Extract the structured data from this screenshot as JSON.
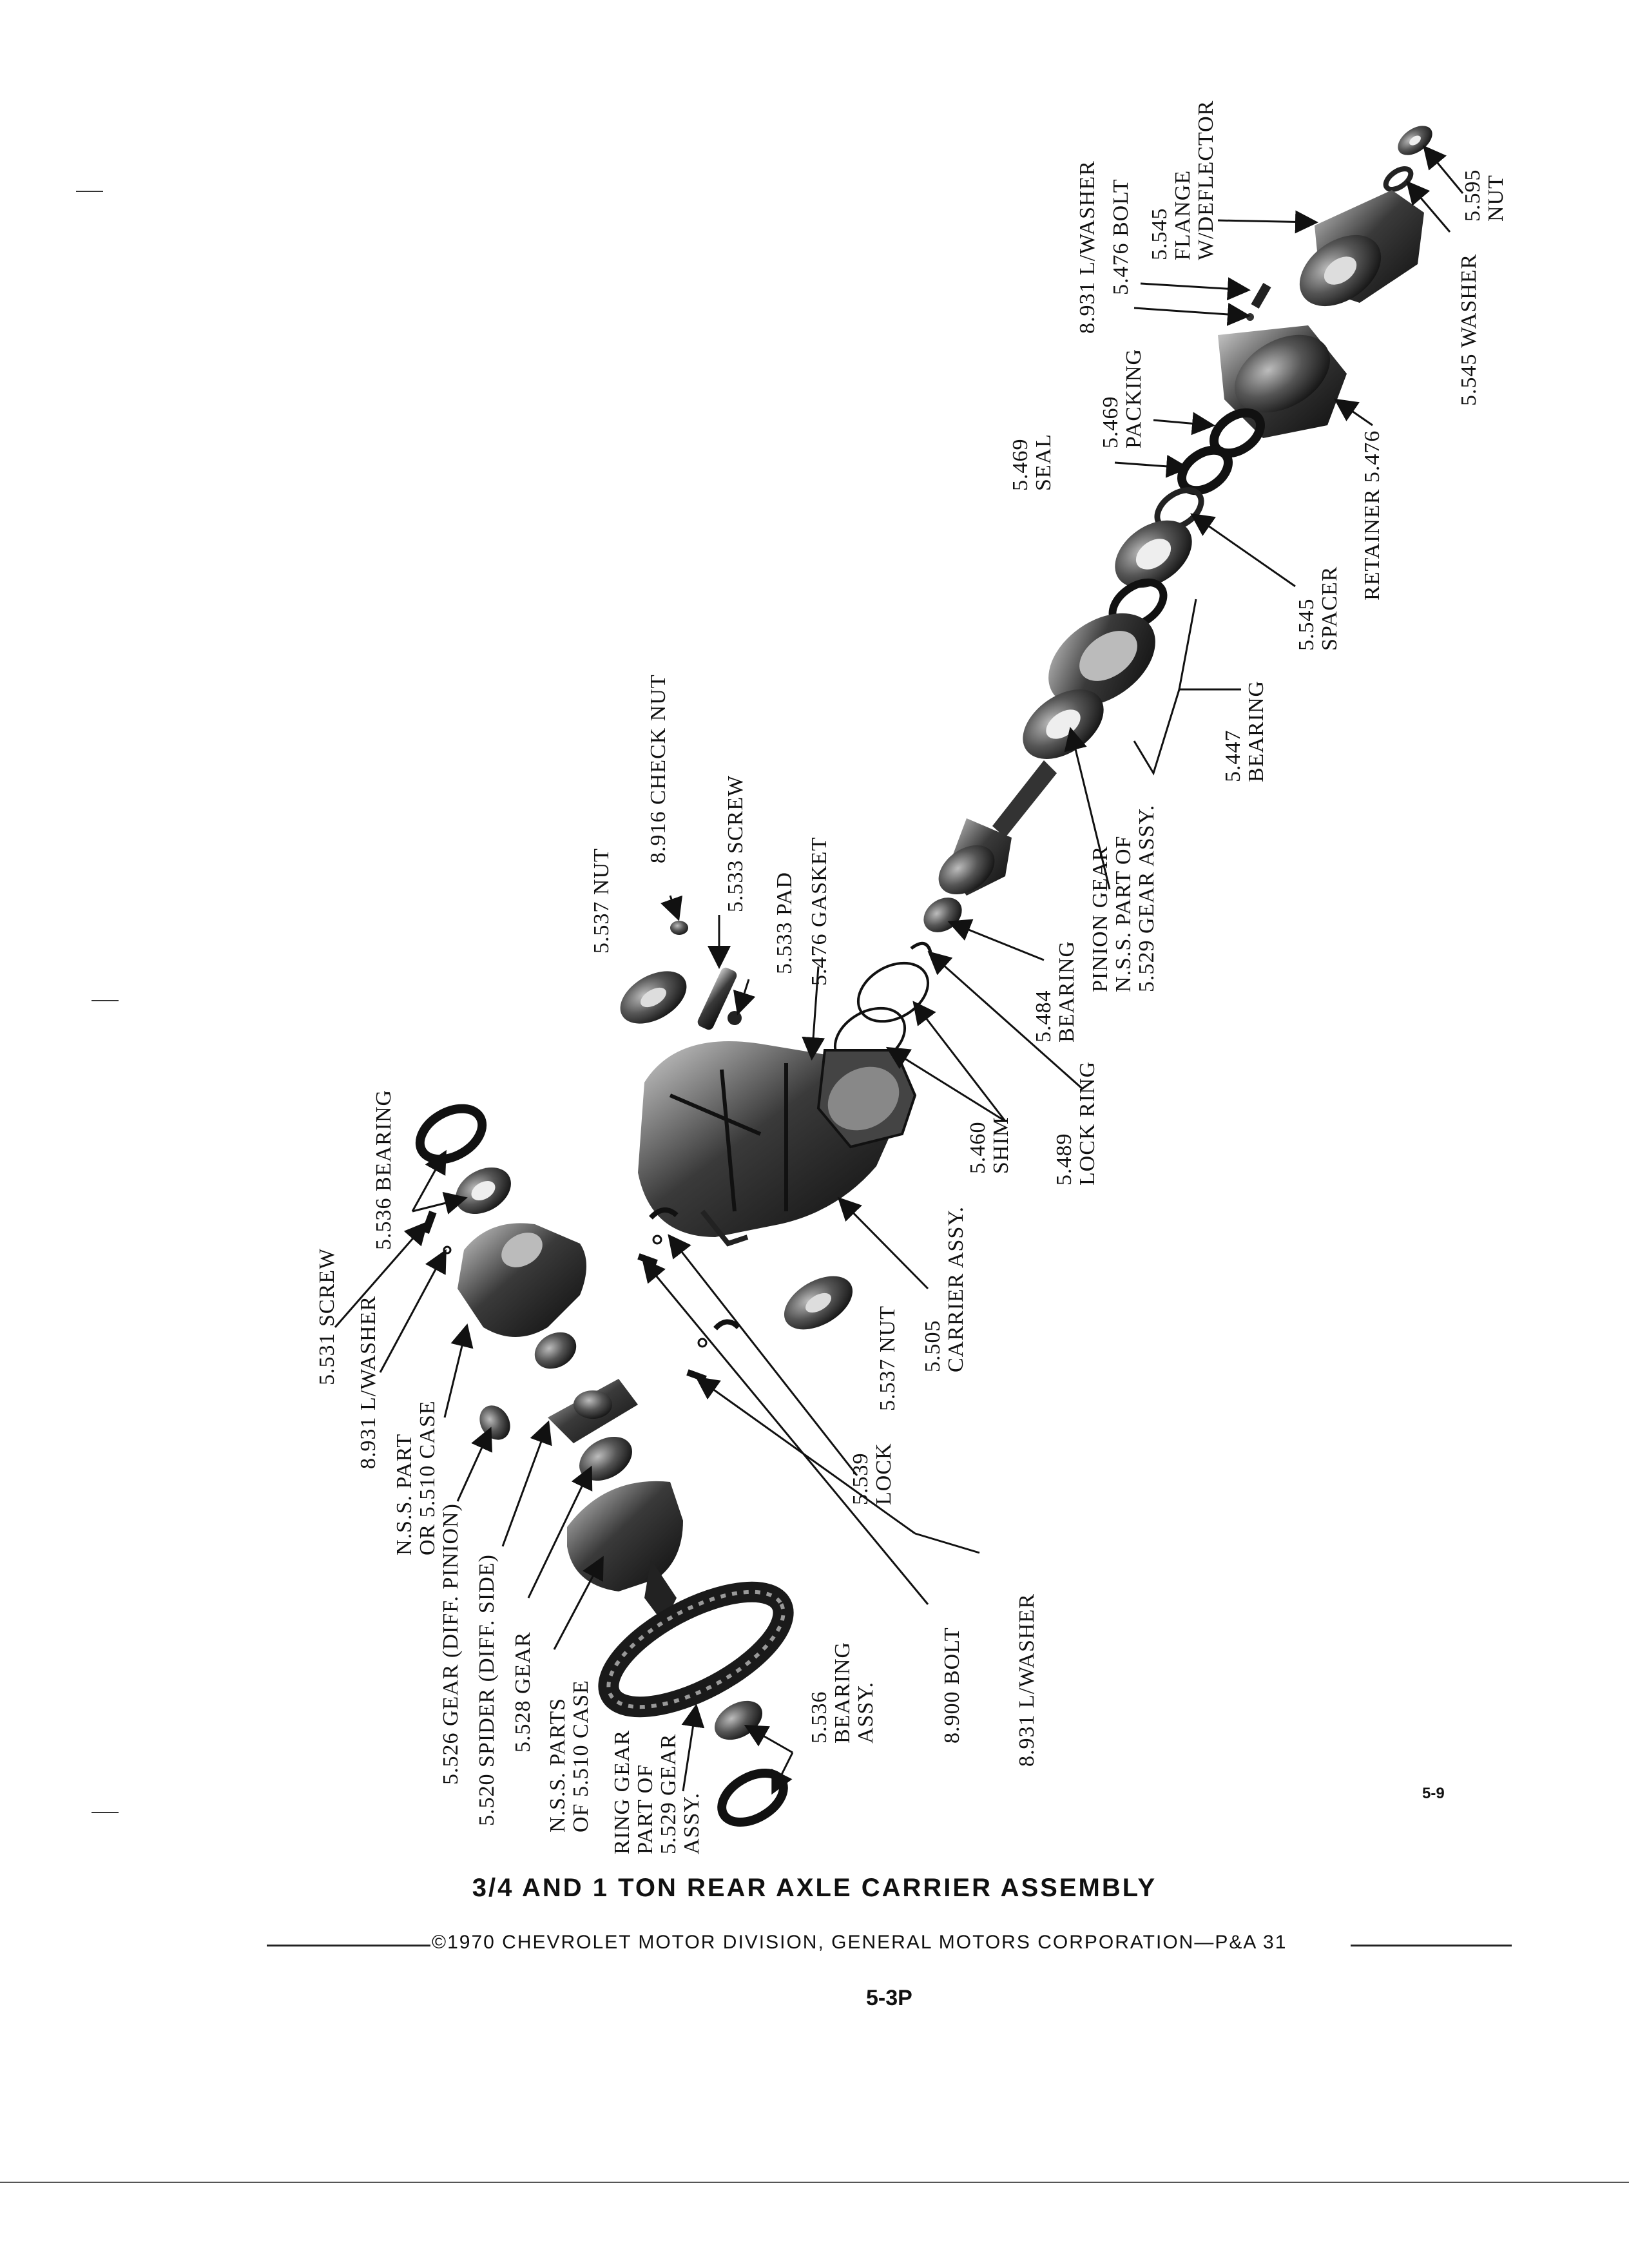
{
  "labels": {
    "nut_5595": [
      "5.595",
      "NUT"
    ],
    "washer_5545": [
      "5.545 WASHER"
    ],
    "flange_5545": [
      "5.545",
      "FLANGE",
      "W/DEFLECTOR"
    ],
    "bolt_5476": [
      "5.476 BOLT"
    ],
    "lwasher_8931_top": [
      "8.931 L/WASHER"
    ],
    "retainer_5476": [
      "RETAINER 5.476"
    ],
    "packing_5469": [
      "5.469",
      "PACKING"
    ],
    "seal_5469": [
      "5.469",
      "SEAL"
    ],
    "spacer_5545": [
      "5.545",
      "SPACER"
    ],
    "bearing_5447": [
      "5.447",
      "BEARING"
    ],
    "pinion_gear": [
      "PINION GEAR",
      "N.S.S. PART OF",
      "5.529 GEAR ASSY."
    ],
    "check_nut_8916": [
      "8.916 CHECK NUT"
    ],
    "screw_5533": [
      "5.533 SCREW"
    ],
    "pad_5533": [
      "5.533 PAD"
    ],
    "gasket_5476": [
      "5.476 GASKET"
    ],
    "nut_5537_top": [
      "5.537 NUT"
    ],
    "bearing_5484": [
      "5.484",
      "BEARING"
    ],
    "lock_ring_5489": [
      "5.489",
      "LOCK RING"
    ],
    "shim_5460": [
      "5.460",
      "SHIM"
    ],
    "carrier_5505": [
      "5.505",
      "CARRIER ASSY."
    ],
    "bearing_5536_top": [
      "5.536  BEARING"
    ],
    "screw_5531": [
      "5.531 SCREW"
    ],
    "lwasher_8931_left": [
      "8.931 L/WASHER"
    ],
    "nss_case": [
      "N.S.S. PART",
      "OR 5.510 CASE"
    ],
    "nut_5537_bottom": [
      "5.537 NUT"
    ],
    "lock_5539": [
      "5.539",
      "LOCK"
    ],
    "gear_5526": [
      "5.526 GEAR (DIFF. PINION)"
    ],
    "spider_5520": [
      "5.520 SPIDER (DIFF. SIDE)"
    ],
    "gear_5528": [
      "5.528 GEAR"
    ],
    "nss_parts_case": [
      "N.S.S. PARTS",
      "OF 5.510 CASE"
    ],
    "bearing_assy_5536": [
      "5.536",
      "BEARING",
      "ASSY."
    ],
    "ring_gear": [
      "RING GEAR",
      "PART OF",
      "5.529 GEAR",
      "ASSY."
    ],
    "bolt_8900": [
      "8.900 BOLT"
    ],
    "lwasher_8931_bottom": [
      "8.931 L/WASHER"
    ]
  },
  "figure_number": "5-9",
  "title": "3/4 AND 1 TON REAR AXLE CARRIER ASSEMBLY",
  "copyright": "©1970 CHEVROLET MOTOR DIVISION, GENERAL MOTORS CORPORATION—P&A 31",
  "sheet_number": "5-3P"
}
